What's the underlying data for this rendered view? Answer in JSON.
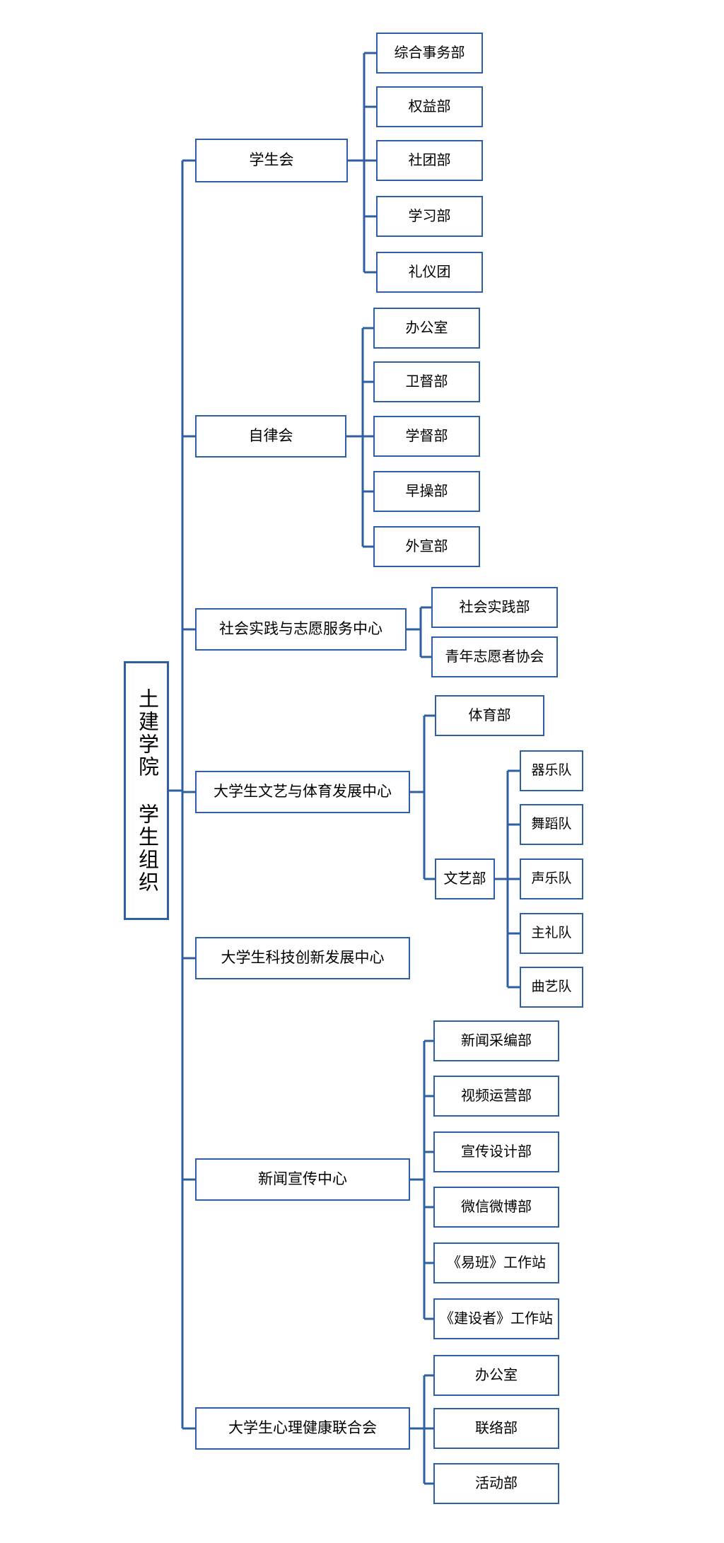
{
  "diagram": {
    "title": "土建学院学生组织",
    "type": "organization-tree",
    "accent_color": "#2E5FA3",
    "background_color": "#FFFFFF",
    "text_color": "#000000"
  },
  "root": {
    "label": "土建学院 学生组织"
  },
  "branches": [
    {
      "id": "student-union",
      "label": "学生会",
      "children": [
        {
          "label": "综合事务部"
        },
        {
          "label": "权益部"
        },
        {
          "label": "社团部"
        },
        {
          "label": "学习部"
        },
        {
          "label": "礼仪团"
        }
      ]
    },
    {
      "id": "self-discipline",
      "label": "自律会",
      "children": [
        {
          "label": "办公室"
        },
        {
          "label": "卫督部"
        },
        {
          "label": "学督部"
        },
        {
          "label": "早操部"
        },
        {
          "label": "外宣部"
        }
      ]
    },
    {
      "id": "social-practice",
      "label": "社会实践与志愿服务中心",
      "children": [
        {
          "label": "社会实践部"
        },
        {
          "label": "青年志愿者协会"
        }
      ]
    },
    {
      "id": "arts-sports",
      "label": "大学生文艺与体育发展中心",
      "children": [
        {
          "label": "体育部",
          "children": []
        },
        {
          "label": "文艺部",
          "children": [
            {
              "label": "器乐队"
            },
            {
              "label": "舞蹈队"
            },
            {
              "label": "声乐队"
            },
            {
              "label": "主礼队"
            },
            {
              "label": "曲艺队"
            }
          ]
        }
      ]
    },
    {
      "id": "sci-tech",
      "label": "大学生科技创新发展中心",
      "children": []
    },
    {
      "id": "news-publicity",
      "label": "新闻宣传中心",
      "children": [
        {
          "label": "新闻采编部"
        },
        {
          "label": "视频运营部"
        },
        {
          "label": "宣传设计部"
        },
        {
          "label": "微信微博部"
        },
        {
          "label": "《易班》工作站"
        },
        {
          "label": "《建设者》工作站"
        }
      ]
    },
    {
      "id": "mental-health",
      "label": "大学生心理健康联合会",
      "children": [
        {
          "label": "办公室"
        },
        {
          "label": "联络部"
        },
        {
          "label": "活动部"
        }
      ]
    }
  ]
}
